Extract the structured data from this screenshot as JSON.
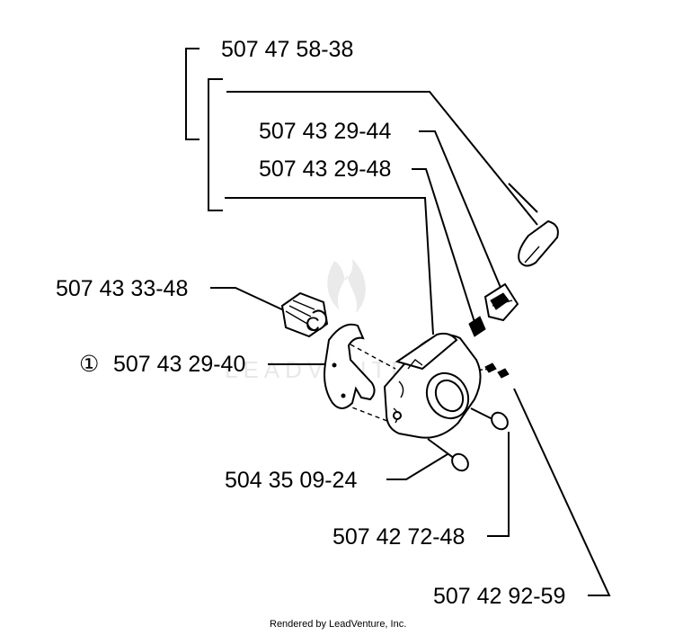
{
  "labels": {
    "assembly": "507 47 58-38",
    "part_1": "507 43 29-44",
    "part_2": "507 43 29-48",
    "part_3": "507 43 33-48",
    "part_4_marker": "①",
    "part_4": "507 43 29-40",
    "part_5": "504 35 09-24",
    "part_6": "507 42 72-48",
    "part_7": "507 42 92-59"
  },
  "watermark": {
    "text": "LEADVENTURE"
  },
  "footer": {
    "text": "Rendered by LeadVenture, Inc."
  }
}
